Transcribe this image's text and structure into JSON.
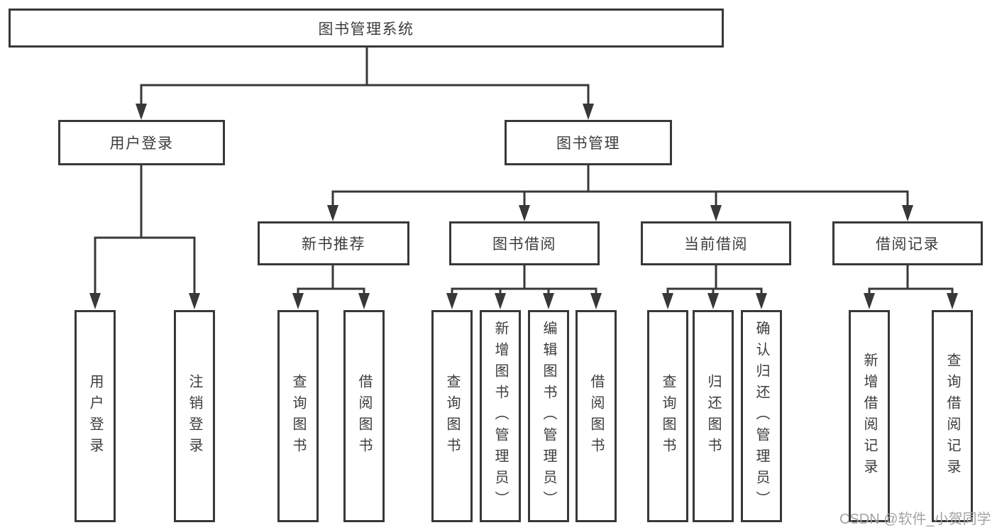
{
  "colors": {
    "line": "#383838",
    "text": "#3c3c3c",
    "box_border": "#383838",
    "box_fill": "#ffffff",
    "watermark": "#a3a3a3",
    "background": "#ffffff"
  },
  "watermark": {
    "text": "CSDN @软件_小贺同学"
  },
  "tree": {
    "label": "图书管理系统",
    "children": [
      {
        "label": "用户登录",
        "children": [
          {
            "label": "用户登录"
          },
          {
            "label": "注销登录"
          }
        ]
      },
      {
        "label": "图书管理",
        "children": [
          {
            "label": "新书推荐",
            "children": [
              {
                "label": "查询图书"
              },
              {
                "label": "借阅图书"
              }
            ]
          },
          {
            "label": "图书借阅",
            "children": [
              {
                "label": "查询图书"
              },
              {
                "label": "新增图书（管理员）"
              },
              {
                "label": "编辑图书（管理员）"
              },
              {
                "label": "借阅图书"
              }
            ]
          },
          {
            "label": "当前借阅",
            "children": [
              {
                "label": "查询图书"
              },
              {
                "label": "归还图书"
              },
              {
                "label": "确认归还（管理员）"
              }
            ]
          },
          {
            "label": "借阅记录",
            "children": [
              {
                "label": "新增借阅记录"
              },
              {
                "label": "查询借阅记录"
              }
            ]
          }
        ]
      }
    ]
  }
}
